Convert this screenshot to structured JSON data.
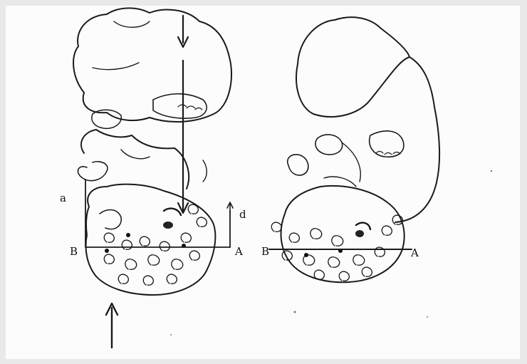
{
  "figure": {
    "left_panel": {
      "label_a": "a",
      "label_b": "B",
      "label_d": "d",
      "label_A": "A"
    },
    "right_panel": {
      "label_b": "B",
      "label_A": "A"
    }
  }
}
